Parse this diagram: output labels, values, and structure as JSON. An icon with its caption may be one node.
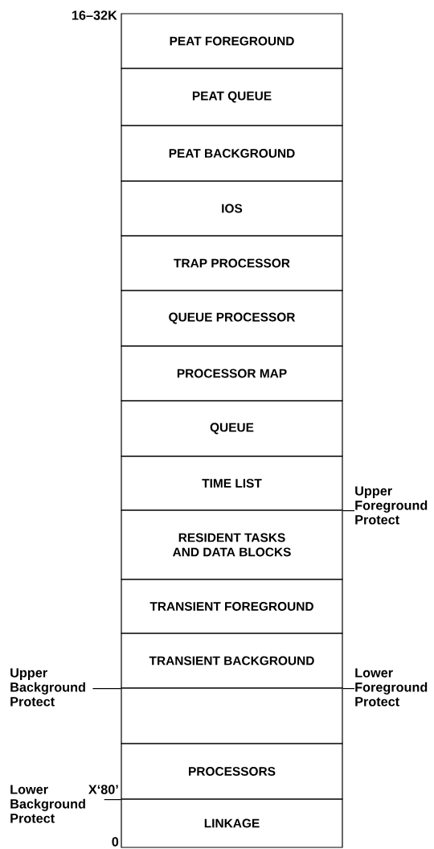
{
  "diagram": {
    "nodes": [
      {
        "text": [
          "PEAT FOREGROUND"
        ]
      },
      {
        "text": [
          "PEAT QUEUE"
        ]
      },
      {
        "text": [
          "PEAT BACKGROUND"
        ]
      },
      {
        "text": [
          "IOS"
        ]
      },
      {
        "text": [
          "TRAP PROCESSOR"
        ]
      },
      {
        "text": [
          "QUEUE PROCESSOR"
        ]
      },
      {
        "text": [
          "PROCESSOR MAP"
        ]
      },
      {
        "text": [
          "QUEUE"
        ]
      },
      {
        "text": [
          "TIME LIST"
        ]
      },
      {
        "text": [
          "RESIDENT TASKS AND DATA BLOCKS"
        ]
      },
      {
        "text": [
          "TRANSIENT FOREGROUND"
        ]
      },
      {
        "text": [
          "TRANSIENT BACKGROUND"
        ]
      },
      {
        "text": [],
        "shape": "box"
      },
      {
        "text": [
          "PROCESSORS"
        ]
      },
      {
        "text": [
          "LINKAGE"
        ],
        "beside": [
          "0"
        ]
      },
      {
        "text": [
          "Upper Foreground Protect"
        ]
      },
      {
        "text": [
          "Upper Background Protect"
        ]
      },
      {
        "text": [
          "Lower Foreground Protect"
        ]
      },
      {
        "text": [
          "X‘80’"
        ]
      }
    ],
    "edges": [
      {
        "from": 15,
        "to": 8,
        "arrow": "none"
      },
      {
        "from": 16,
        "to": 11,
        "arrow": "none"
      },
      {
        "from": 17,
        "to": 11,
        "arrow": "none"
      },
      {
        "from": 18,
        "to": 13,
        "arrow": "none"
      }
    ],
    "labels": [
      "16–32K",
      "Lower Background Protect"
    ]
  }
}
